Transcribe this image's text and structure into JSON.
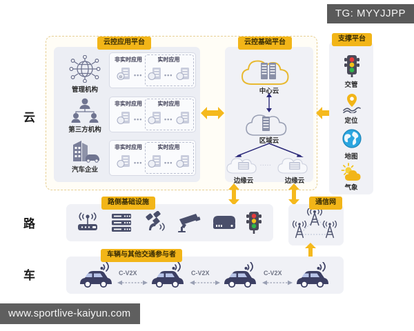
{
  "watermarks": {
    "telegram": "TG: MYYJJPP",
    "site": "www.sportlive-kaiyun.com"
  },
  "colors": {
    "badge_bg": "#f2b518",
    "panel_bg": "#eceef4",
    "arrow_yellow": "#f5b91d",
    "link_navy": "#2c2a7a",
    "dashed_border": "#e7cf93"
  },
  "layers": [
    {
      "id": "cloud",
      "label": "云"
    },
    {
      "id": "road",
      "label": "路"
    },
    {
      "id": "vehicle",
      "label": "车"
    }
  ],
  "cloud_layer": {
    "app_platform": {
      "badge": "云控应用平台",
      "entities": [
        {
          "label": "管理机构",
          "icon": "network-globe-icon"
        },
        {
          "label": "第三方机构",
          "icon": "people-group-icon"
        },
        {
          "label": "汽车企业",
          "icon": "factory-car-icon"
        }
      ],
      "app_columns": [
        {
          "label": "非实时应用",
          "dashed": false
        },
        {
          "label": "实时应用",
          "dashed": true
        }
      ],
      "ellipsis": "•••"
    },
    "infra_platform": {
      "badge": "云控基础平台",
      "nodes": [
        {
          "label": "中心云",
          "level": "center"
        },
        {
          "label": "区域云",
          "level": "regional"
        },
        {
          "label": "边缘云",
          "level": "edge"
        },
        {
          "label": "边缘云",
          "level": "edge"
        }
      ],
      "edge_separator": "·····"
    },
    "support_platform": {
      "badge": "支撑平台",
      "items": [
        {
          "label": "交管",
          "icon": "traffic-light-icon"
        },
        {
          "label": "定位",
          "icon": "location-pin-icon"
        },
        {
          "label": "地图",
          "icon": "globe-map-icon"
        },
        {
          "label": "气象",
          "icon": "weather-sun-cloud-icon"
        }
      ]
    }
  },
  "road_layer": {
    "infrastructure": {
      "badge": "路侧基础设施",
      "items": [
        {
          "icon": "rsu-router-icon"
        },
        {
          "icon": "server-rack-icon"
        },
        {
          "icon": "satellite-icon"
        },
        {
          "icon": "cctv-camera-icon"
        },
        {
          "icon": "gateway-box-icon"
        },
        {
          "icon": "traffic-light-icon"
        }
      ]
    },
    "network": {
      "badge": "通信网",
      "items": [
        {
          "icon": "cell-tower-icon"
        },
        {
          "icon": "cell-tower-icon"
        },
        {
          "icon": "cell-tower-icon"
        }
      ]
    }
  },
  "vehicle_layer": {
    "badge": "车辆与其他交通参与者",
    "vehicles": [
      {
        "icon": "car-antenna-icon"
      },
      {
        "icon": "car-antenna-icon"
      },
      {
        "icon": "car-antenna-icon"
      },
      {
        "icon": "car-antenna-icon"
      }
    ],
    "links": [
      {
        "label": "C-V2X"
      },
      {
        "label": "C-V2X"
      },
      {
        "label": "C-V2X"
      }
    ]
  }
}
